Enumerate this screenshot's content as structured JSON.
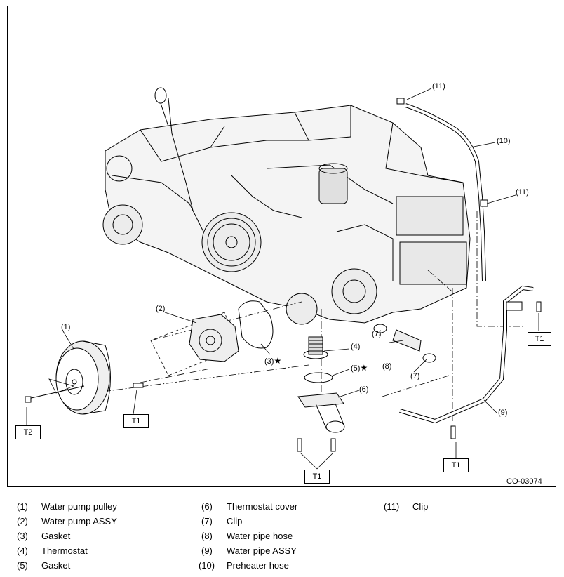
{
  "diagram": {
    "callouts": {
      "c1": "(1)",
      "c2": "(2)",
      "c3": "(3)",
      "c4": "(4)",
      "c5": "(5)",
      "c6": "(6)",
      "c7a": "(7)",
      "c7b": "(7)",
      "c8": "(8)",
      "c9": "(9)",
      "c10": "(10)",
      "c11a": "(11)",
      "c11b": "(11)"
    },
    "star": "★",
    "torque_labels": {
      "t1": "T1",
      "t2": "T2"
    },
    "figure_id": "CO-03074"
  },
  "legend": [
    {
      "num": "(1)",
      "text": "Water pump pulley"
    },
    {
      "num": "(2)",
      "text": "Water pump ASSY"
    },
    {
      "num": "(3)",
      "text": "Gasket"
    },
    {
      "num": "(4)",
      "text": "Thermostat"
    },
    {
      "num": "(5)",
      "text": "Gasket"
    },
    {
      "num": "(6)",
      "text": "Thermostat cover"
    },
    {
      "num": "(7)",
      "text": "Clip"
    },
    {
      "num": "(8)",
      "text": "Water pipe hose"
    },
    {
      "num": "(9)",
      "text": "Water pipe ASSY"
    },
    {
      "num": "(10)",
      "text": "Preheater hose"
    },
    {
      "num": "(11)",
      "text": "Clip"
    }
  ]
}
